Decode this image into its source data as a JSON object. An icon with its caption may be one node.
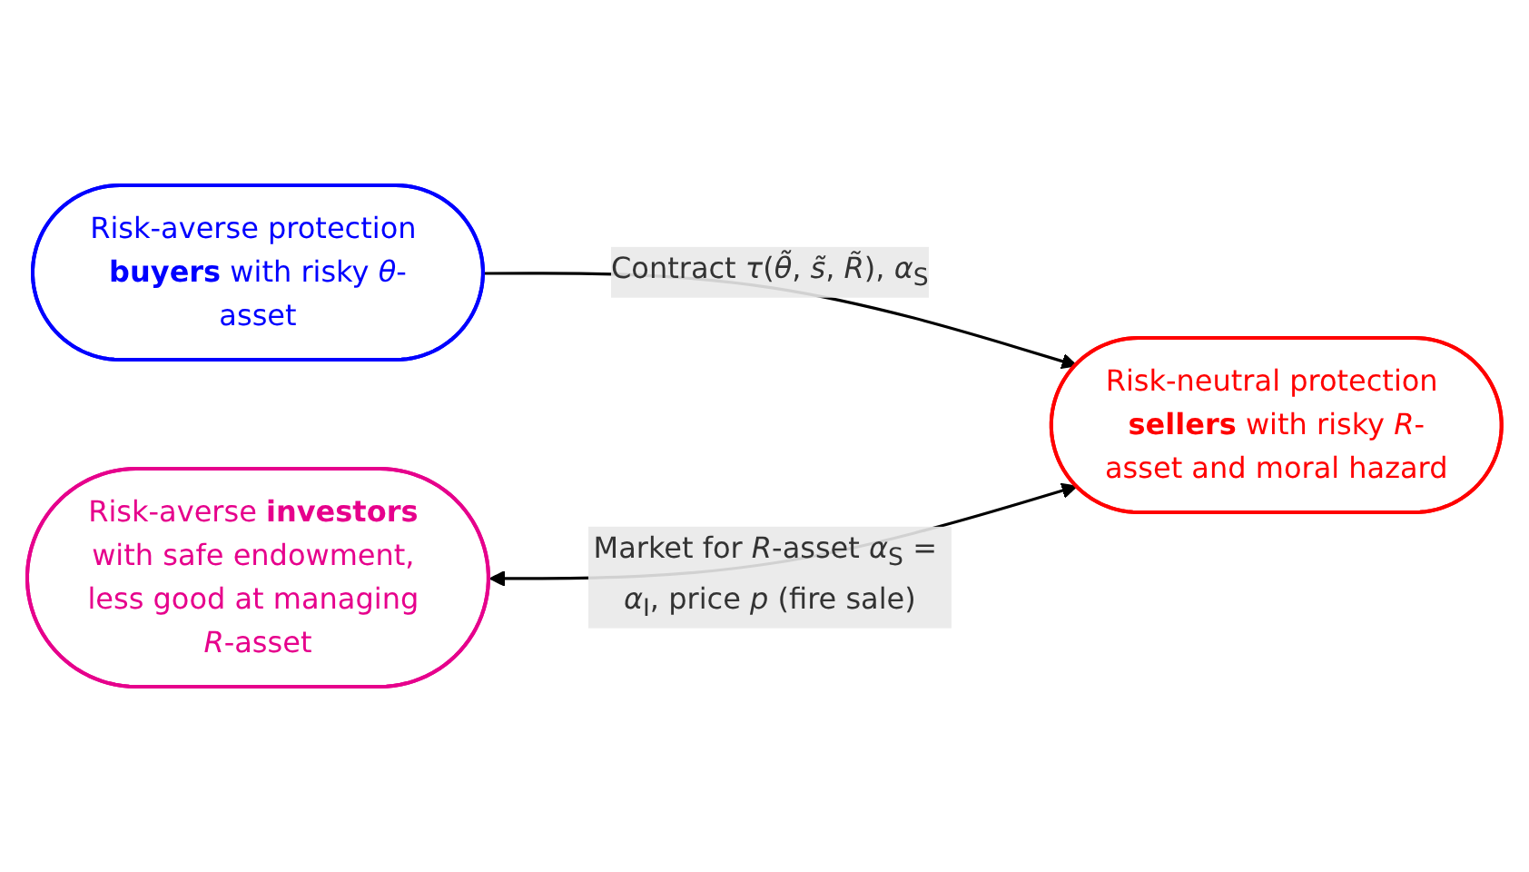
{
  "diagram": {
    "nodes": [
      {
        "text": [
          "Risk-averse protection **buyers** with risky *θ*-asset"
        ]
      },
      {
        "text": [
          "Risk-neutral protection **sellers** with risky *R*-asset and moral hazard"
        ]
      },
      {
        "text": [
          "Risk-averse **investors** with safe endowment, less good at managing *R*-asset"
        ]
      }
    ],
    "edges": [
      {
        "from": 0,
        "to": 1,
        "arrow": "to",
        "label": "Contract *τ*(*θ̃*, *s̃*, *R̃*), *α*$_{S}$"
      },
      {
        "from": 2,
        "to": 1,
        "arrow": "both",
        "label": "Market for *R*-asset *α*$_{S}$ = *α*$_{I}$, price *p* (fire sale)"
      }
    ]
  }
}
